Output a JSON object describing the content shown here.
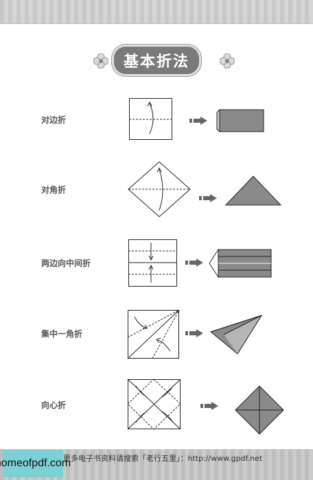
{
  "title": "基本折法",
  "rows": [
    {
      "label": "对边折"
    },
    {
      "label": "对角折"
    },
    {
      "label": "两边向中间折"
    },
    {
      "label": "集中一角折"
    },
    {
      "label": "向心折"
    }
  ],
  "footer": {
    "text": "更多电子书资料请搜索「老行五里」：http://www.gpdf.net",
    "badge": "homeofpdf.com"
  },
  "colors": {
    "fill": "#8a8a8a",
    "line": "#222222"
  },
  "icons": [
    "flower-icon",
    "arrow-right-icon"
  ]
}
